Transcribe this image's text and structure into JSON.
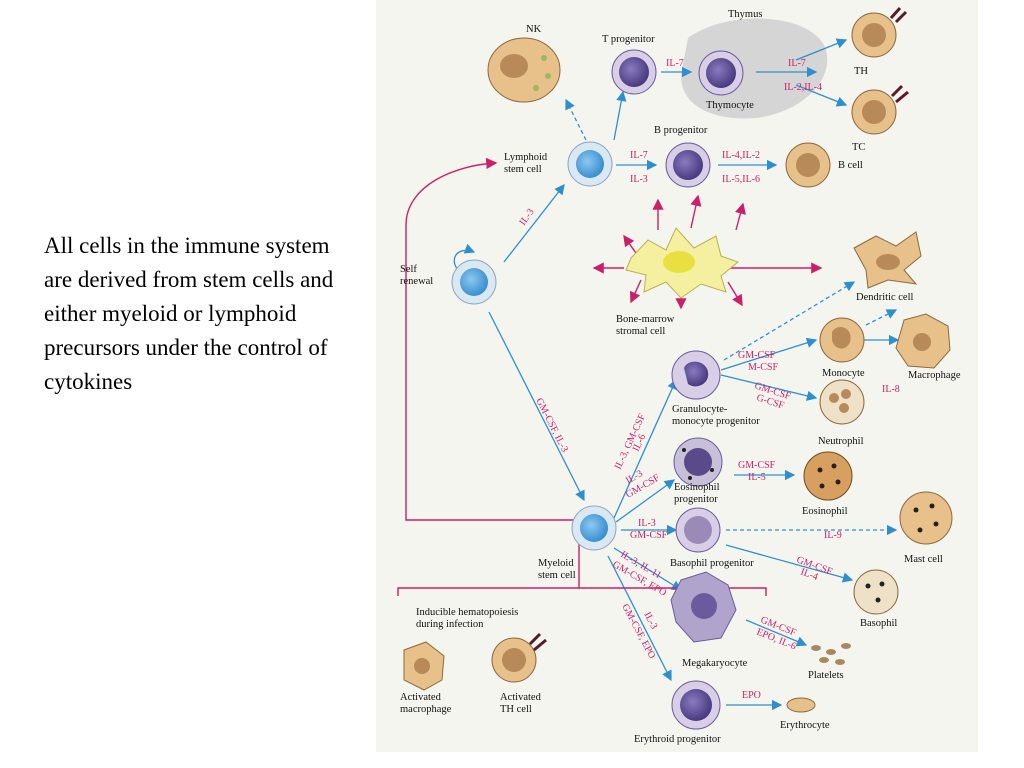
{
  "caption": "All cells in the immune system are derived from stem cells and either myeloid or lymphoid precursors under the control of cytokines",
  "labels": {
    "thymus": "Thymus",
    "nk": "NK",
    "t_progenitor": "T progenitor",
    "thymocyte": "Thymocyte",
    "th": "TH",
    "tc": "TC",
    "b_progenitor": "B progenitor",
    "b_cell": "B cell",
    "lymphoid_stem_cell_1": "Lymphoid",
    "lymphoid_stem_cell_2": "stem cell",
    "self_renewal_1": "Self",
    "self_renewal_2": "renewal",
    "bone_marrow_1": "Bone-marrow",
    "bone_marrow_2": "stromal cell",
    "dendritic_cell": "Dendritic cell",
    "monocyte": "Monocyte",
    "macrophage": "Macrophage",
    "gm_progenitor_1": "Granulocyte-",
    "gm_progenitor_2": "monocyte progenitor",
    "neutrophil": "Neutrophil",
    "eosinophil_progenitor_1": "Eosinophil",
    "eosinophil_progenitor_2": "progenitor",
    "eosinophil": "Eosinophil",
    "mast_cell": "Mast cell",
    "myeloid_stem_cell_1": "Myeloid",
    "myeloid_stem_cell_2": "stem cell",
    "basophil_progenitor": "Basophil progenitor",
    "basophil": "Basophil",
    "inducible_1": "Inducible hematopoiesis",
    "inducible_2": "during infection",
    "megakaryocyte": "Megakaryocyte",
    "platelets": "Platelets",
    "activated_macrophage_1": "Activated",
    "activated_macrophage_2": "macrophage",
    "activated_th_1": "Activated",
    "activated_th_2": "TH cell",
    "erythrocyte": "Erythrocyte",
    "erythroid_progenitor": "Erythroid progenitor"
  },
  "cytokines": {
    "il7_a": "IL-7",
    "il7_b": "IL-7",
    "il2_il4": "IL-2,IL-4",
    "il7_c": "IL-7",
    "il3_a": "IL-3",
    "il4_il2": "IL-4,IL-2",
    "il5_il6": "IL-5,IL-6",
    "il3_diag": "IL-3",
    "gmcsf_il3": "GM-CSF, IL-3",
    "gm_csf_1": "GM-CSF",
    "m_csf": "M-CSF",
    "gm_csf_2": "GM-CSF",
    "g_csf": "G-CSF",
    "il8": "IL-8",
    "il3_gmcsf_il6": "IL-3, GM-CSF",
    "il6": "IL-6",
    "il3_b": "IL-3",
    "gm_csf_3": "GM-CSF",
    "gm_csf_4": "GM-CSF",
    "il5": "IL-5",
    "il3_c": "IL-3",
    "gm_csf_5": "GM-CSF",
    "il9": "IL-9",
    "gm_csf_6": "GM-CSF",
    "il4": "IL-4",
    "il3_il11": "IL-3, IL-11",
    "gmcsf_epo": "GM-CSF, EPO",
    "il3_d": "IL-3",
    "gmcsf_epo_2": "GM-CSF, EPO",
    "gm_csf_7": "GM-CSF",
    "epo_il6": "EPO, IL-6",
    "epo": "EPO"
  },
  "colors": {
    "stem_blue": "#5aa9e0",
    "arrow_blue": "#2e8fd0",
    "cytokine_magenta": "#cc1f6a",
    "progenitor_purple": "#6b5a9e",
    "cell_tan": "#e8c08a",
    "thymus_gray": "#d5d5d5"
  }
}
